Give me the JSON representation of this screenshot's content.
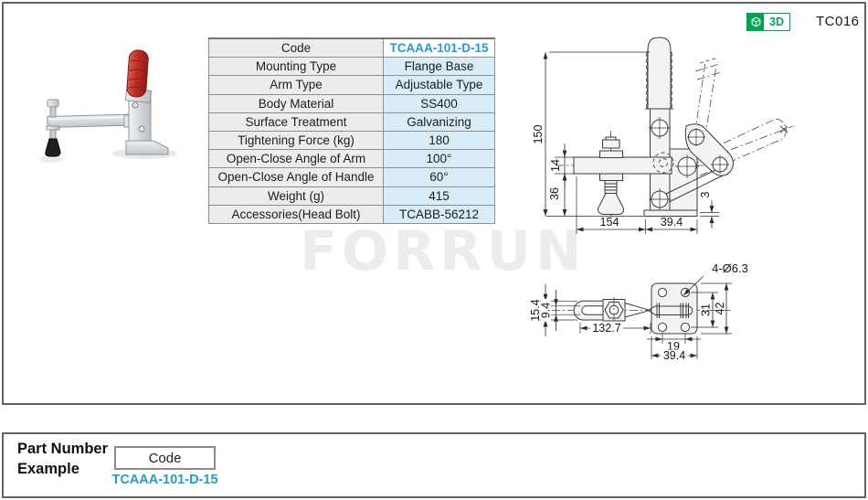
{
  "header": {
    "badge_3d_label": "3D",
    "model_code": "TC016"
  },
  "colors": {
    "accent_blue": "#1e9cd7",
    "badge_green": "#00a551",
    "value_cell_blue": "#d9edf9",
    "label_cell_gray": "#ececec"
  },
  "watermark": "FORRUN",
  "spec_table": {
    "rows": [
      {
        "label": "Code",
        "value": "TCAAA-101-D-15"
      },
      {
        "label": "Mounting Type",
        "value": "Flange Base"
      },
      {
        "label": "Arm Type",
        "value": "Adjustable Type"
      },
      {
        "label": "Body Material",
        "value": "SS400"
      },
      {
        "label": "Surface Treatment",
        "value": "Galvanizing"
      },
      {
        "label": "Tightening Force (kg)",
        "value": "180"
      },
      {
        "label": "Open-Close Angle of Arm",
        "value": "100°"
      },
      {
        "label": "Open-Close Angle of Handle",
        "value": "60°"
      },
      {
        "label": "Weight (g)",
        "value": "415"
      },
      {
        "label": "Accessories(Head Bolt)",
        "value": "TCABB-56212"
      }
    ]
  },
  "drawings": {
    "front_view": {
      "overall_height": "150",
      "arm_thickness": "14",
      "arm_to_base": "36",
      "plate_thickness": "3",
      "arm_length": "154",
      "base_width": "39.4"
    },
    "top_view": {
      "arm_end_width": "15.4",
      "slot_width": "9.4",
      "arm_length": "132.7",
      "holes_callout": "4-Ø6.3",
      "hole_pitch_vertical": "31",
      "plate_length": "42",
      "hole_pitch_horizontal": "19",
      "plate_width": "39.4"
    }
  },
  "footer": {
    "title_line1": "Part Number",
    "title_line2": "Example",
    "code_box_label": "Code",
    "code_value": "TCAAA-101-D-15"
  }
}
